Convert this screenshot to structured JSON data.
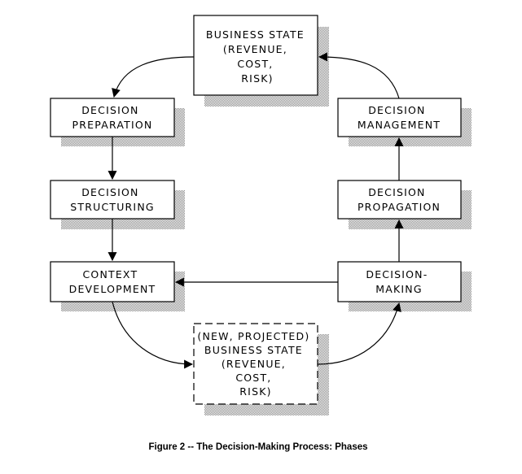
{
  "nodes": {
    "business_state": {
      "lines": [
        "BUSINESS STATE",
        "(REVENUE,",
        "COST,",
        "RISK)"
      ]
    },
    "decision_preparation": {
      "lines": [
        "DECISION",
        "PREPARATION"
      ]
    },
    "decision_structuring": {
      "lines": [
        "DECISION",
        "STRUCTURING"
      ]
    },
    "context_development": {
      "lines": [
        "CONTEXT",
        "DEVELOPMENT"
      ]
    },
    "projected_business_state": {
      "lines": [
        "(NEW, PROJECTED)",
        "BUSINESS STATE",
        "(REVENUE,",
        "COST,",
        "RISK)"
      ]
    },
    "decision_making": {
      "lines": [
        "DECISION-",
        "MAKING"
      ]
    },
    "decision_propagation": {
      "lines": [
        "DECISION",
        "PROPAGATION"
      ]
    },
    "decision_management": {
      "lines": [
        "DECISION",
        "MANAGEMENT"
      ]
    }
  },
  "caption": "Figure 2 -- The Decision-Making Process: Phases"
}
